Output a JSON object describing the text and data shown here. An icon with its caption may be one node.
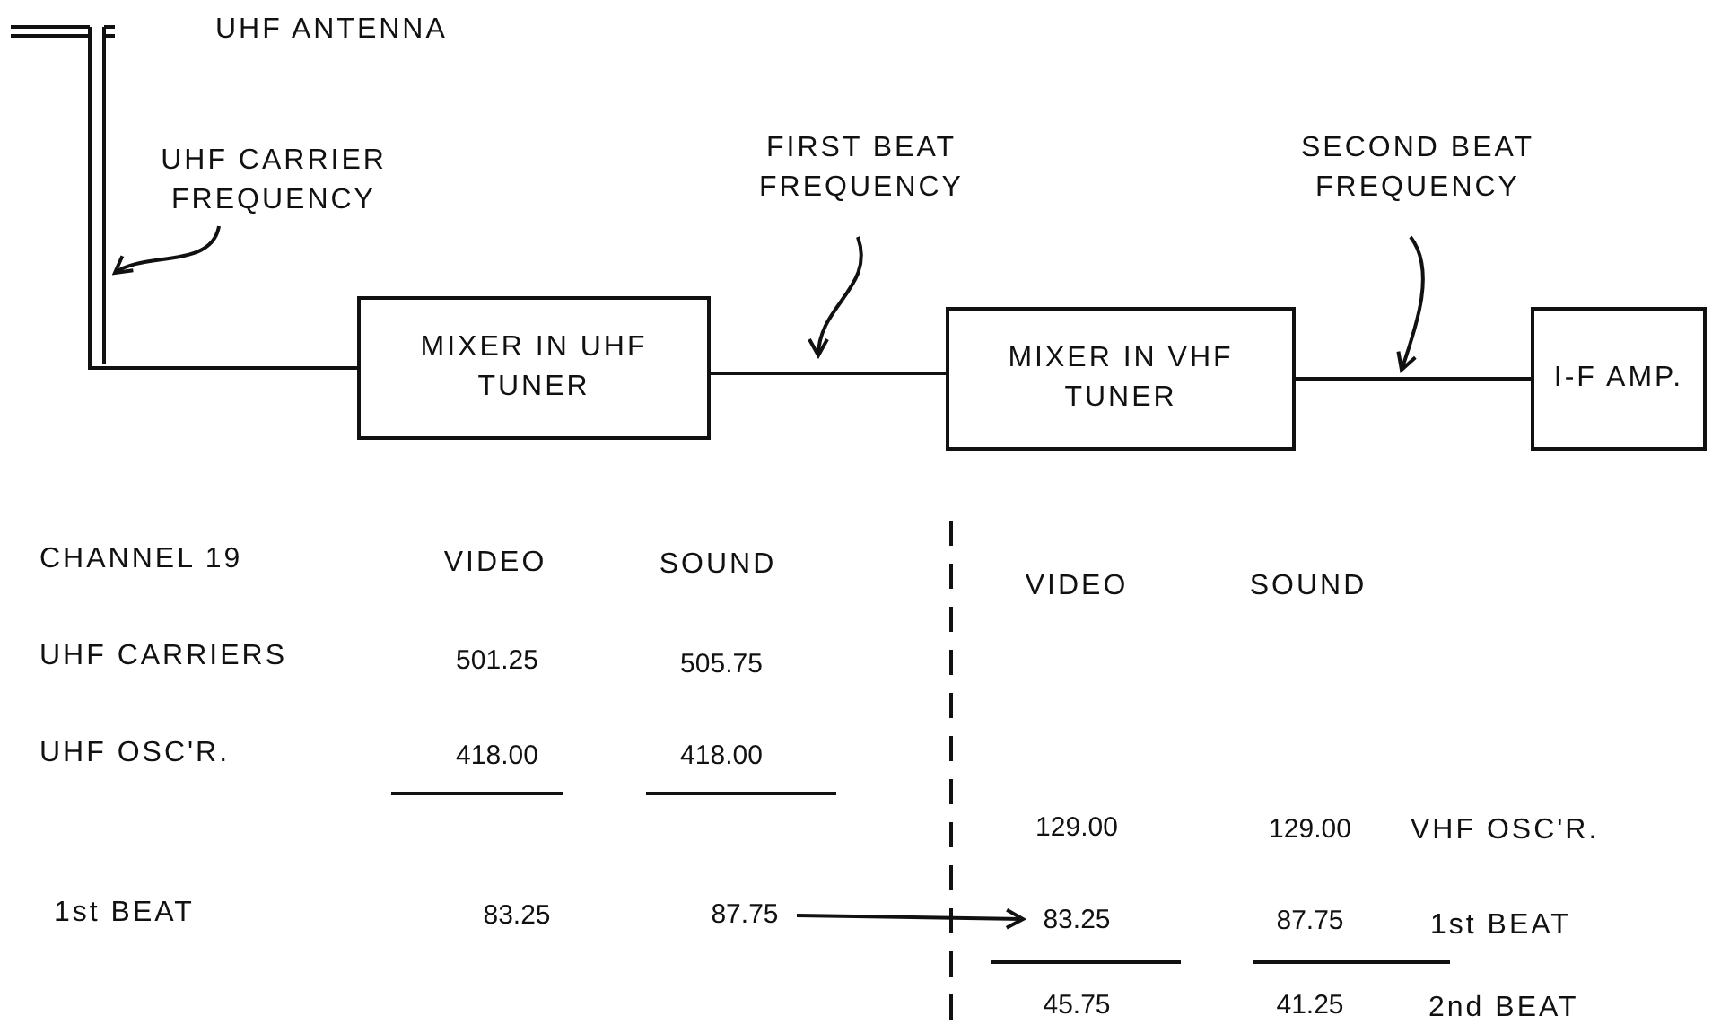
{
  "diagram": {
    "nodes": [
      {
        "text": [],
        "shape": "picture",
        "beside": [
          "UHF ANTENNA"
        ]
      },
      {
        "text": [
          "MIXER IN UHF TUNER"
        ]
      },
      {
        "text": [
          "MIXER IN VHF TUNER"
        ]
      },
      {
        "text": [
          "I-F AMP."
        ]
      },
      {
        "text": [
          "UHF CARRIER FREQUENCY"
        ]
      },
      {
        "text": [
          "FIRST BEAT FREQUENCY"
        ]
      },
      {
        "text": [
          "SECOND BEAT FREQUENCY"
        ]
      },
      {
        "text": [
          "87.75"
        ]
      },
      {
        "text": [
          "83.25"
        ]
      }
    ],
    "edges": [
      {
        "from": 0,
        "to": 1,
        "arrow": "none"
      },
      {
        "from": 1,
        "to": 2,
        "arrow": "none"
      },
      {
        "from": 2,
        "to": 3,
        "arrow": "none"
      },
      {
        "from": 4,
        "to": null,
        "arrow": "to"
      },
      {
        "from": 5,
        "to": null,
        "arrow": "to"
      },
      {
        "from": 6,
        "to": null,
        "arrow": "to"
      },
      {
        "from": 7,
        "to": 8,
        "arrow": "to"
      }
    ],
    "labels": [
      "CHANNEL 19",
      "VIDEO",
      "SOUND",
      "UHF CARRIERS",
      "501.25",
      "505.75",
      "UHF OSC'R.",
      "418.00",
      "418.00",
      "1st BEAT",
      "83.25",
      "VIDEO",
      "SOUND",
      "129.00",
      "129.00",
      "VHF OSC'R.",
      "87.75",
      "1st BEAT",
      "45.75",
      "41.25",
      "2nd BEAT"
    ]
  }
}
